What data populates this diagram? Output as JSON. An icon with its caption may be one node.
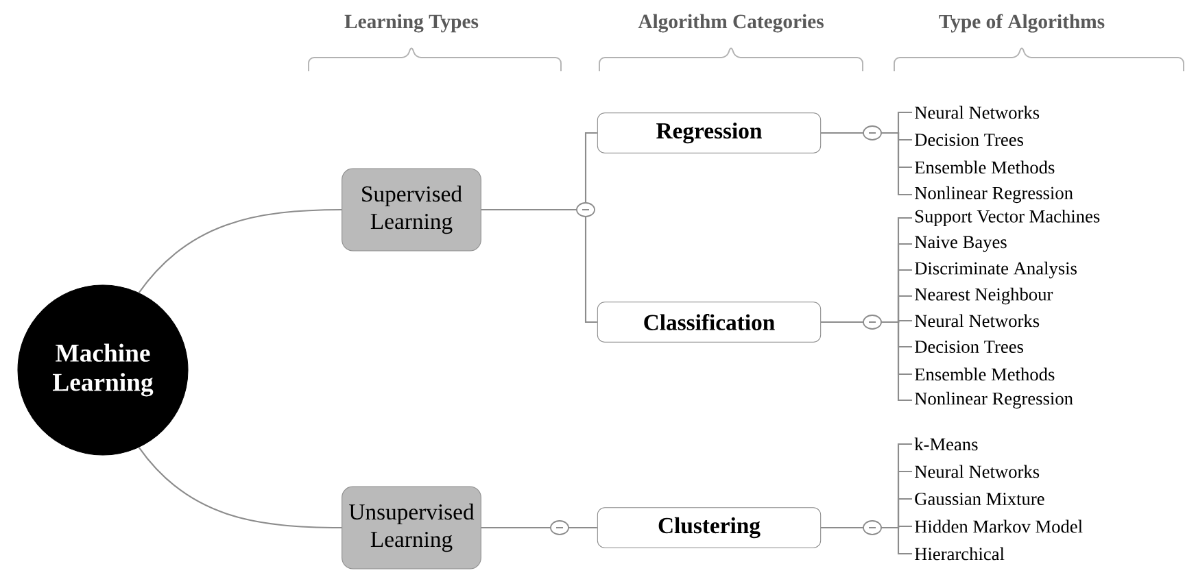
{
  "diagram": {
    "nodes": [
      {
        "text": [
          "Machine Learning"
        ]
      },
      {
        "text": [
          "Supervised Learning"
        ]
      },
      {
        "text": [
          "Unsupervised Learning"
        ]
      },
      {
        "text": [
          "Regression"
        ]
      },
      {
        "text": [
          "Classification"
        ]
      },
      {
        "text": [
          "Clustering"
        ]
      },
      {
        "text": [
          "Neural Networks"
        ]
      },
      {
        "text": [
          "Decision Trees"
        ]
      },
      {
        "text": [
          "Ensemble Methods"
        ]
      },
      {
        "text": [
          "Nonlinear Regression"
        ]
      },
      {
        "text": [
          "Support Vector Machines"
        ]
      },
      {
        "text": [
          "Naive Bayes"
        ]
      },
      {
        "text": [
          "Discriminate Analysis"
        ]
      },
      {
        "text": [
          "Nearest Neighbour"
        ]
      },
      {
        "text": [
          "Neural Networks"
        ]
      },
      {
        "text": [
          "Decision Trees"
        ]
      },
      {
        "text": [
          "Ensemble Methods"
        ]
      },
      {
        "text": [
          "Nonlinear Regression"
        ]
      },
      {
        "text": [
          "k-Means"
        ]
      },
      {
        "text": [
          "Neural Networks"
        ]
      },
      {
        "text": [
          "Gaussian Mixture"
        ]
      },
      {
        "text": [
          "Hidden Markov Model"
        ]
      },
      {
        "text": [
          "Hierarchical"
        ]
      }
    ],
    "edges": [
      {
        "from": 0,
        "to": 1,
        "arrow": "none"
      },
      {
        "from": 0,
        "to": 2,
        "arrow": "none"
      },
      {
        "from": 1,
        "to": 3,
        "arrow": "none"
      },
      {
        "from": 1,
        "to": 4,
        "arrow": "none"
      },
      {
        "from": 2,
        "to": 5,
        "arrow": "none"
      },
      {
        "from": 3,
        "to": 6,
        "arrow": "none"
      },
      {
        "from": 3,
        "to": 7,
        "arrow": "none"
      },
      {
        "from": 3,
        "to": 8,
        "arrow": "none"
      },
      {
        "from": 3,
        "to": 9,
        "arrow": "none"
      },
      {
        "from": 4,
        "to": 10,
        "arrow": "none"
      },
      {
        "from": 4,
        "to": 11,
        "arrow": "none"
      },
      {
        "from": 4,
        "to": 12,
        "arrow": "none"
      },
      {
        "from": 4,
        "to": 13,
        "arrow": "none"
      },
      {
        "from": 4,
        "to": 14,
        "arrow": "none"
      },
      {
        "from": 4,
        "to": 15,
        "arrow": "none"
      },
      {
        "from": 4,
        "to": 16,
        "arrow": "none"
      },
      {
        "from": 4,
        "to": 17,
        "arrow": "none"
      },
      {
        "from": 5,
        "to": 18,
        "arrow": "none"
      },
      {
        "from": 5,
        "to": 19,
        "arrow": "none"
      },
      {
        "from": 5,
        "to": 20,
        "arrow": "none"
      },
      {
        "from": 5,
        "to": 21,
        "arrow": "none"
      },
      {
        "from": 5,
        "to": 22,
        "arrow": "none"
      }
    ],
    "labels": [
      "Learning Types",
      "Algorithm Categories",
      "Type of Algorithms"
    ]
  }
}
